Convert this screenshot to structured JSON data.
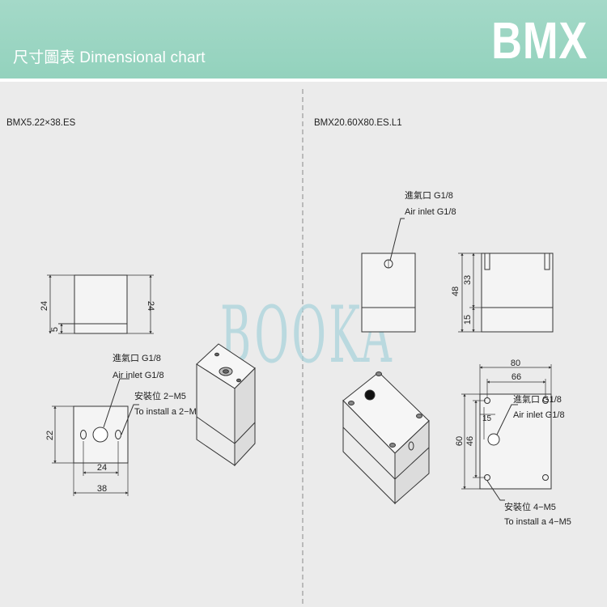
{
  "header": {
    "title": "尺寸圖表 Dimensional chart",
    "brand": "BMX"
  },
  "watermark": "BOOKA",
  "left_model": {
    "name": "BMX5.22×38.ES",
    "side_dims": [
      "24",
      "5"
    ],
    "top_dims": [
      "22",
      "24",
      "38"
    ],
    "inlet_label_cn": "進氣口 G1/8",
    "inlet_label_en": "Air inlet G1/8",
    "install_label_cn": "安裝位 2−M5",
    "install_label_en": "To install a 2−M5"
  },
  "right_model": {
    "name": "BMX20.60X80.ES.L1",
    "side_dims": [
      "48",
      "33",
      "15"
    ],
    "top_dims": [
      "80",
      "66",
      "60",
      "46",
      "15"
    ],
    "inlet_top_label_cn": "進氣口 G1/8",
    "inlet_top_label_en": "Air inlet G1/8",
    "inlet_label_cn": "進氣口 G1/8",
    "inlet_label_en": "Air inlet G1/8",
    "install_label_cn": "安裝位 4−M5",
    "install_label_en": "To install a 4−M5"
  },
  "colors": {
    "header": "#9dd6c4",
    "background": "#ebebeb",
    "line": "#333333",
    "watermark": "#a9d3db"
  }
}
